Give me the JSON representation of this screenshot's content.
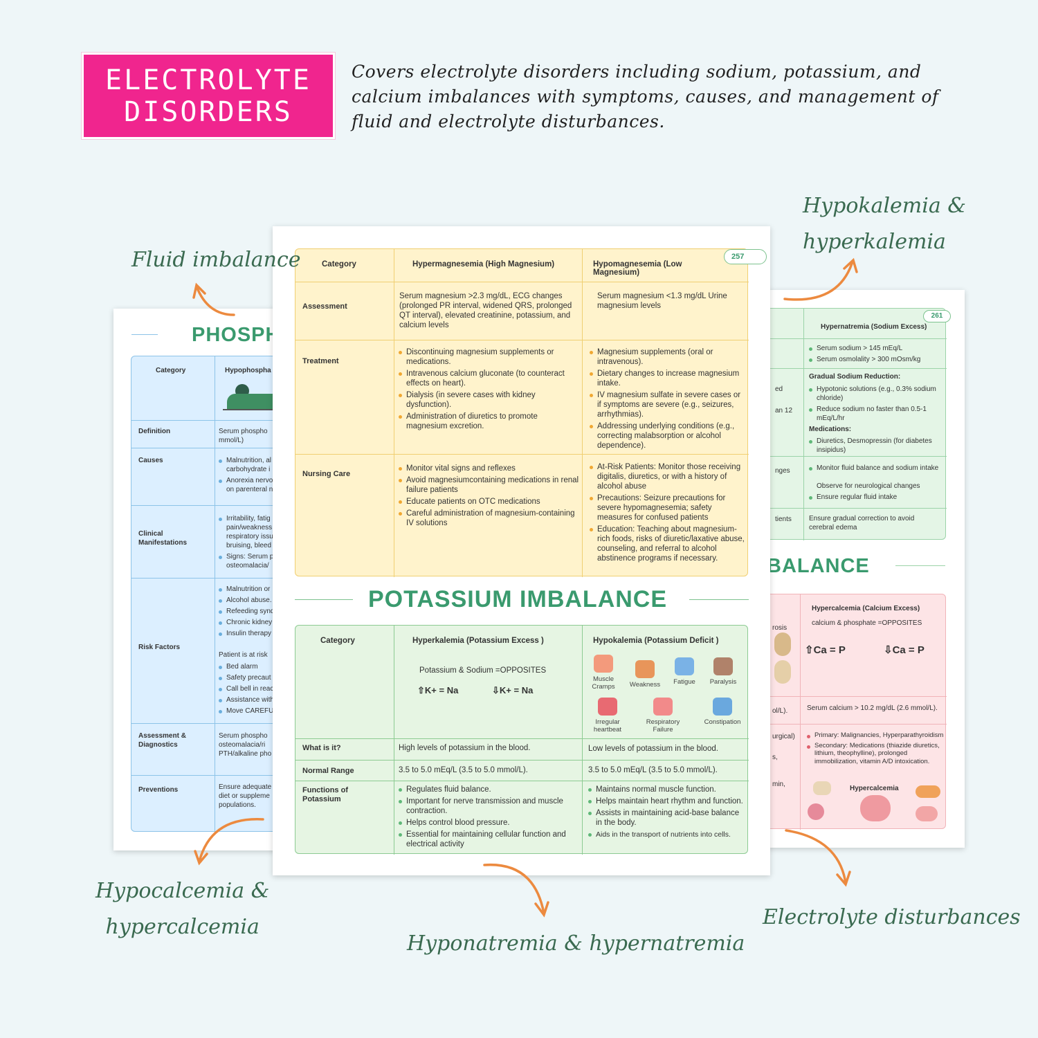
{
  "header": {
    "badge": "ELECTROLYTE\nDISORDERS",
    "description": "Covers electrolyte disorders including sodium, potassium, and calcium imbalances with symptoms, causes, and management of fluid and electrolyte disturbances."
  },
  "callouts": {
    "fluid": "Fluid imbalance",
    "hypokalemia": "Hypokalemia &\nhyperkalemia",
    "hypocalcemia": "Hypocalcemia &\nhypercalcemia",
    "hyponatremia": "Hyponatremia & hypernatremia",
    "disturbances": "Electrolyte disturbances"
  },
  "left": {
    "title": "PHOSPH",
    "col_category": "Category",
    "col_hypo": "Hypophospha",
    "rows": [
      {
        "label": "Definition",
        "text": "Serum phospho\nmmol/L)"
      },
      {
        "label": "Causes",
        "items": [
          "Malnutrition, al carbohydrate i",
          "Anorexia nervo on parenteral n"
        ]
      },
      {
        "label": "Clinical Manifestations",
        "items": [
          "Irritability, fatig pain/weakness respiratory issu bruising, bleed",
          "Signs: Serum p osteomalacia/"
        ]
      },
      {
        "label": "Risk Factors",
        "items": [
          "Malnutrition or",
          "Alcohol abuse.",
          "Refeeding synd",
          "Chronic kidney",
          "Insulin therapy"
        ],
        "note": "Patient is at risk",
        "items2": [
          "Bed alarm",
          "Safety precaut",
          "Call bell in reac",
          "Assistance with",
          "Move CAREFULL"
        ]
      },
      {
        "label": "Assessment & Diagnostics",
        "text": "Serum phospho osteomalacia/ri PTH/alkaline pho"
      },
      {
        "label": "Preventions",
        "text": "Ensure adequate diet or suppleme populations."
      }
    ]
  },
  "center": {
    "page": "257",
    "mag": {
      "col_category": "Category",
      "col_hyper": "Hypermagnesemia (High Magnesium)",
      "col_hypo": "Hypomagnesemia (Low Magnesium)",
      "assessment_label": "Assessment",
      "assessment_hyper": "Serum magnesium >2.3 mg/dL, ECG changes (prolonged PR interval, widened QRS, prolonged QT interval), elevated creatinine, potassium, and calcium levels",
      "assessment_hypo": "Serum magnesium <1.3 mg/dL Urine magnesium levels",
      "treatment_label": "Treatment",
      "treatment_hyper": [
        "Discontinuing magnesium supplements or medications.",
        "Intravenous calcium gluconate (to counteract effects on heart).",
        "Dialysis (in severe cases with kidney dysfunction).",
        "Administration of diuretics to promote magnesium excretion."
      ],
      "treatment_hypo": [
        "Magnesium supplements (oral or intravenous).",
        "Dietary changes to increase magnesium intake.",
        "IV magnesium sulfate in severe cases or if symptoms are severe (e.g., seizures, arrhythmias).",
        "Addressing underlying conditions (e.g., correcting malabsorption or alcohol dependence)."
      ],
      "nursing_label": "Nursing Care",
      "nursing_hyper": [
        "Monitor vital signs and reflexes",
        "Avoid magnesiumcontaining medications in renal failure patients",
        "Educate patients on OTC medications",
        "Careful administration of magnesium-containing IV solutions"
      ],
      "nursing_hypo": [
        "At-Risk Patients: Monitor those receiving digitalis, diuretics, or with a history of alcohol abuse",
        "Precautions: Seizure precautions for severe hypomagnesemia; safety measures for confused patients",
        "Education: Teaching about magnesium-rich foods, risks of diuretic/laxative abuse, counseling, and referral to alcohol abstinence programs if necessary."
      ]
    },
    "potassium_title": "POTASSIUM IMBALANCE",
    "pot": {
      "col_category": "Category",
      "col_hyper": "Hyperkalemia (Potassium Excess )",
      "col_hypo": "Hypokalemia (Potassium Deficit )",
      "opposites": "Potassium & Sodium =OPPOSITES",
      "rule_a": "K+  =  Na",
      "rule_b": "K+  =  Na",
      "icons": [
        "Muscle Cramps",
        "Weakness",
        "Fatigue",
        "Paralysis",
        "Irregular heartbeat",
        "Respiratory Failure",
        "Constipation"
      ],
      "what_label": "What is it?",
      "what_hyper": "High levels of potassium in the blood.",
      "what_hypo": "Low levels of potassium in the blood.",
      "range_label": "Normal Range",
      "range_hyper": "3.5 to 5.0 mEq/L (3.5 to 5.0 mmol/L).",
      "range_hypo": "3.5 to 5.0 mEq/L (3.5 to 5.0 mmol/L).",
      "func_label": "Functions of Potassium",
      "func_hyper": [
        "Regulates fluid balance.",
        "Important for nerve transmission and muscle contraction.",
        "Helps control blood pressure.",
        "Essential for maintaining cellular function and electrical activity"
      ],
      "func_hypo": [
        "Maintains normal muscle function.",
        "Helps maintain heart rhythm and function.",
        "Assists in maintaining acid-base balance in the body.",
        "Aids in the transport of nutrients into cells."
      ]
    }
  },
  "right": {
    "page": "261",
    "col_hyper": "Hypernatremia (Sodium Excess)",
    "r1": [
      "Serum sodium > 145 mEq/L",
      "Serum osmolality > 300 mOsm/kg"
    ],
    "r2_head": "Gradual Sodium Reduction:",
    "r2": [
      "Hypotonic solutions (e.g., 0.3% sodium chloride)",
      "Reduce sodium no faster than 0.5-1 mEq/L/hr"
    ],
    "r2_med": "Medications:",
    "r2_meds": [
      "Diuretics, Desmopressin (for diabetes insipidus)"
    ],
    "r3": [
      "Monitor fluid balance and sodium intake"
    ],
    "r3_plain": "Observe for neurological changes",
    "r3b": [
      "Ensure regular fluid intake"
    ],
    "r4": "Ensure gradual correction to avoid cerebral edema",
    "left_frag": [
      "ed",
      "an 12",
      "nges",
      "tients"
    ],
    "balance_title": "BALANCE",
    "ca_head": "Hypercalcemia (Calcium Excess)",
    "ca_opp": "calcium & phosphate =OPPOSITES",
    "ca_rule_a": "Ca  =  P",
    "ca_rule_b": "Ca  =  P",
    "ca_serum": "Serum calcium > 10.2 mg/dL (2.6 mmol/L).",
    "ca_causes": [
      "Primary: Malignancies, Hyperparathyroidism",
      "Secondary: Medications (thiazide diuretics, lithium, theophylline), prolonged immobilization, vitamin A/D intoxication."
    ],
    "ca_img_label": "Hypercalcemia",
    "ca_frag": [
      "rosis",
      "ol/L).",
      "urgical)",
      "s,",
      "min,"
    ]
  }
}
